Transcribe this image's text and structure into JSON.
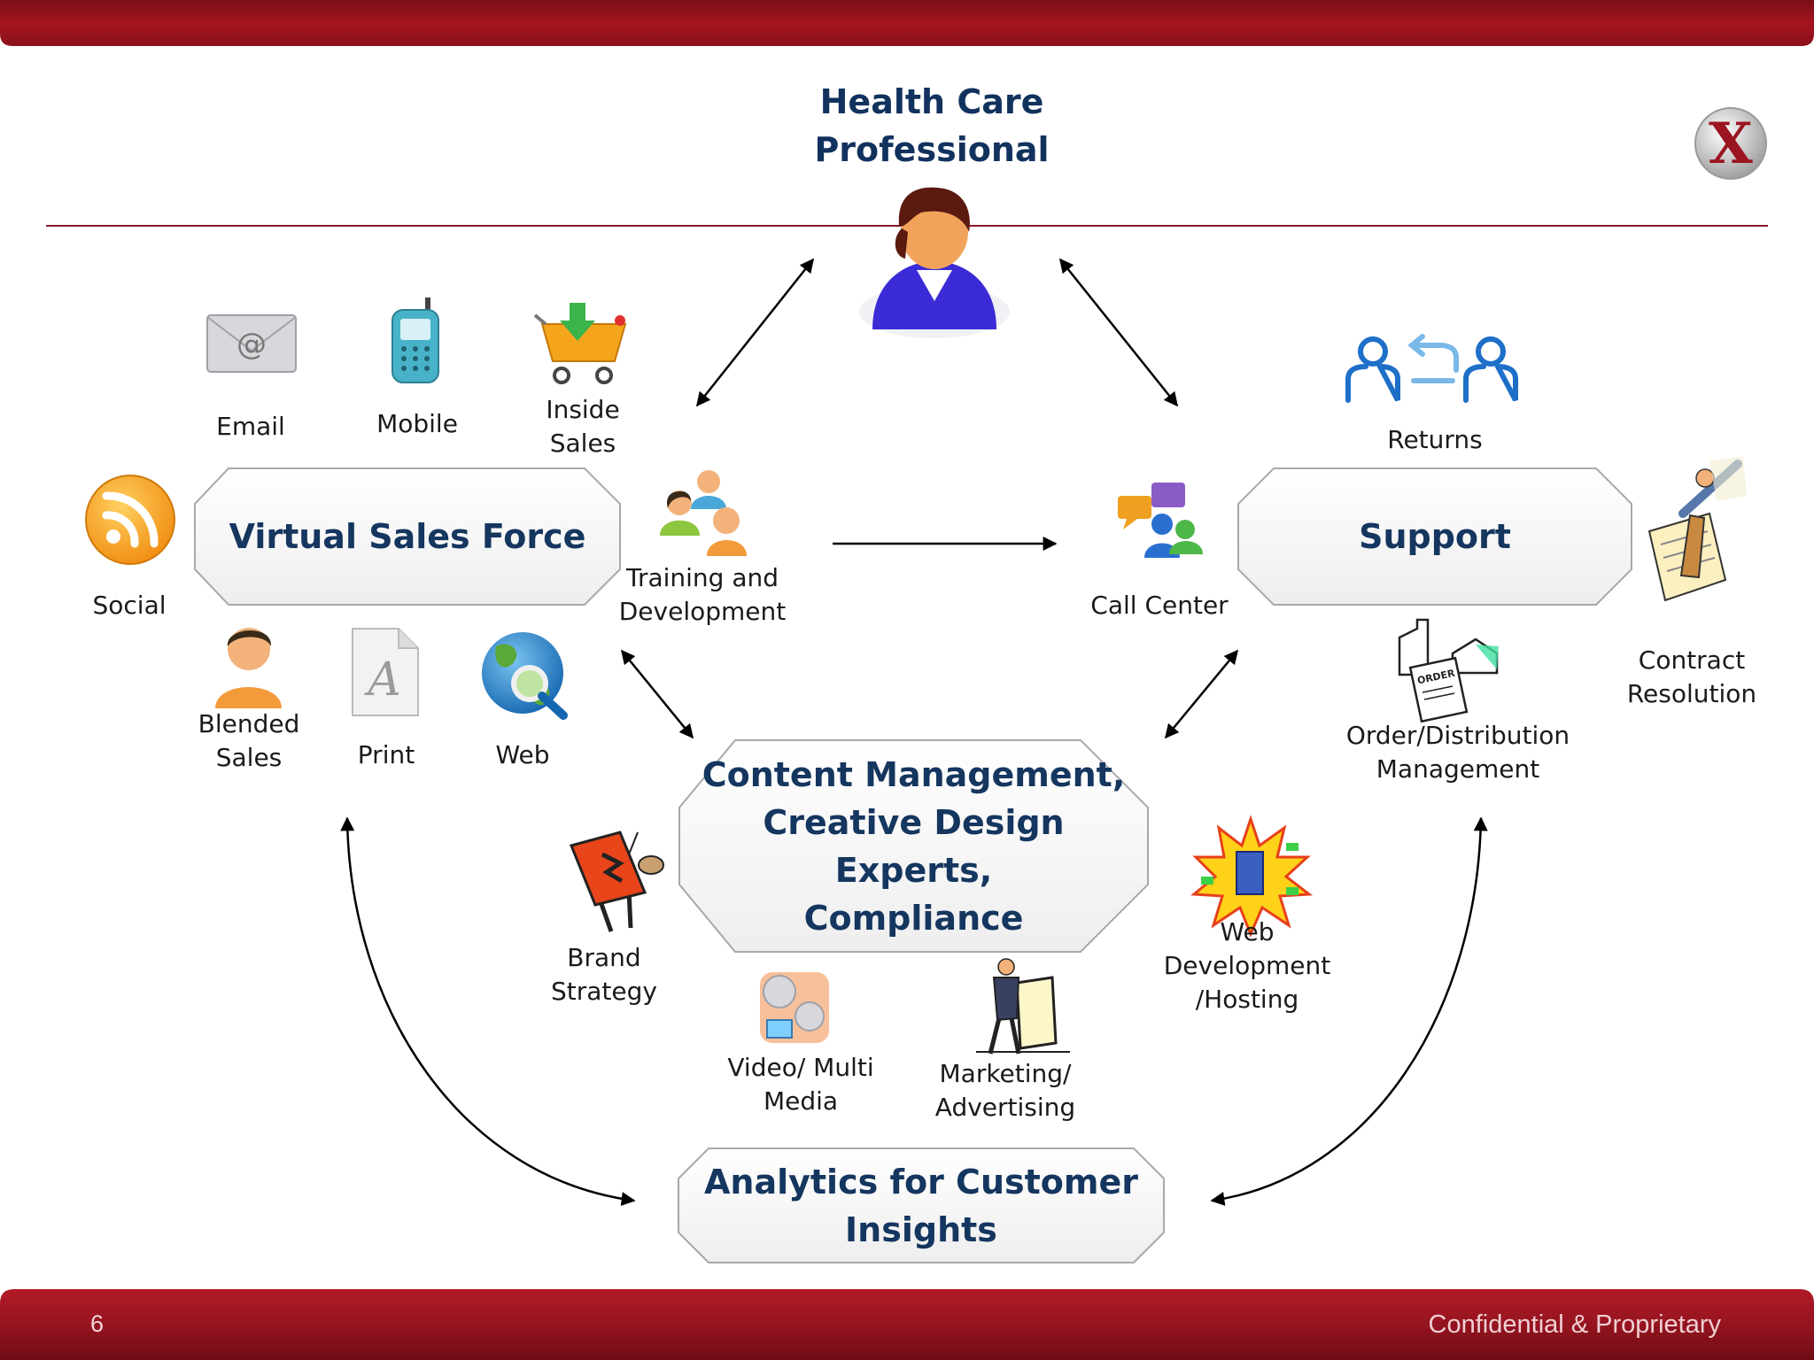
{
  "diagram": {
    "center_title": "Health Care\nProfessional",
    "boxes": {
      "virtual_sales": "Virtual Sales Force",
      "support": "Support",
      "content": "Content Management,\nCreative Design  Experts,\nCompliance",
      "analytics": "Analytics for Customer\nInsights"
    },
    "channels": {
      "email": "Email",
      "mobile": "Mobile",
      "inside_sales": "Inside\nSales",
      "social": "Social",
      "training": "Training and\nDevelopment",
      "blended_sales": "Blended\nSales",
      "print": "Print",
      "web": "Web"
    },
    "support_items": {
      "returns": "Returns",
      "call_center": "Call Center",
      "contract": "Contract\nResolution",
      "order": "Order/Distribution\nManagement"
    },
    "content_items": {
      "brand": "Brand\nStrategy",
      "web_dev": "Web\nDevelopment\n/Hosting",
      "video": "Video/ Multi\nMedia",
      "marketing": "Marketing/\nAdvertising"
    },
    "icons": [
      "person-icon",
      "envelope-icon",
      "mobile-phone-icon",
      "shopping-cart-icon",
      "rss-icon",
      "people-group-icon",
      "user-icon",
      "document-icon",
      "globe-search-icon",
      "returns-exchange-icon",
      "chat-people-icon",
      "pen-contract-icon",
      "order-factory-icon",
      "easel-palette-icon",
      "starburst-server-icon",
      "media-discs-icon",
      "sign-carrier-icon",
      "logo-x-icon"
    ],
    "logo_letter": "X"
  },
  "footer": {
    "page_number": "6",
    "confidential": "Confidential & Proprietary"
  },
  "colors": {
    "banner": "#9b1520",
    "title_navy": "#12325e",
    "box_border": "#a8a8a8",
    "rule": "#8a1a22"
  }
}
